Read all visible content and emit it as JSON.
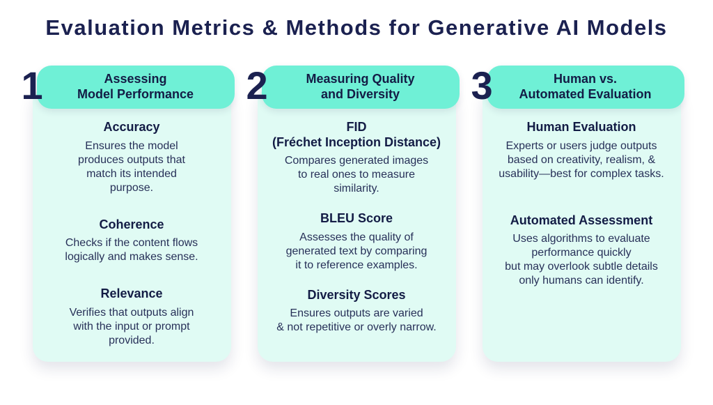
{
  "title": "Evaluation Metrics & Methods for Generative AI Models",
  "colors": {
    "accent_teal": "#6FF0D6",
    "card_mint": "#E0FBF4",
    "navy_text": "#1B2150"
  },
  "columns": [
    {
      "number": "1",
      "header": "Assessing\nModel Performance",
      "items": [
        {
          "heading": "Accuracy",
          "body": "Ensures the model\nproduces outputs that\nmatch its intended\npurpose."
        },
        {
          "heading": "Coherence",
          "body": "Checks if the content flows\nlogically and makes sense."
        },
        {
          "heading": "Relevance",
          "body": "Verifies that outputs align\nwith the input or prompt\nprovided."
        }
      ]
    },
    {
      "number": "2",
      "header": "Measuring Quality\nand Diversity",
      "items": [
        {
          "heading": "FID\n(Fréchet Inception Distance)",
          "body": "Compares generated images\nto real ones to measure\nsimilarity."
        },
        {
          "heading": "BLEU Score",
          "body": "Assesses the quality of\ngenerated text by comparing\nit to reference examples."
        },
        {
          "heading": "Diversity Scores",
          "body": "Ensures outputs are varied\n& not repetitive or overly narrow."
        }
      ]
    },
    {
      "number": "3",
      "header": "Human vs.\nAutomated Evaluation",
      "items": [
        {
          "heading": "Human Evaluation",
          "body": "Experts or users judge outputs\nbased on creativity, realism, &\nusability—best for complex tasks."
        },
        {
          "heading": "Automated Assessment",
          "body": "Uses algorithms to evaluate\nperformance quickly\nbut may overlook subtle details\nonly humans can identify."
        }
      ]
    }
  ]
}
